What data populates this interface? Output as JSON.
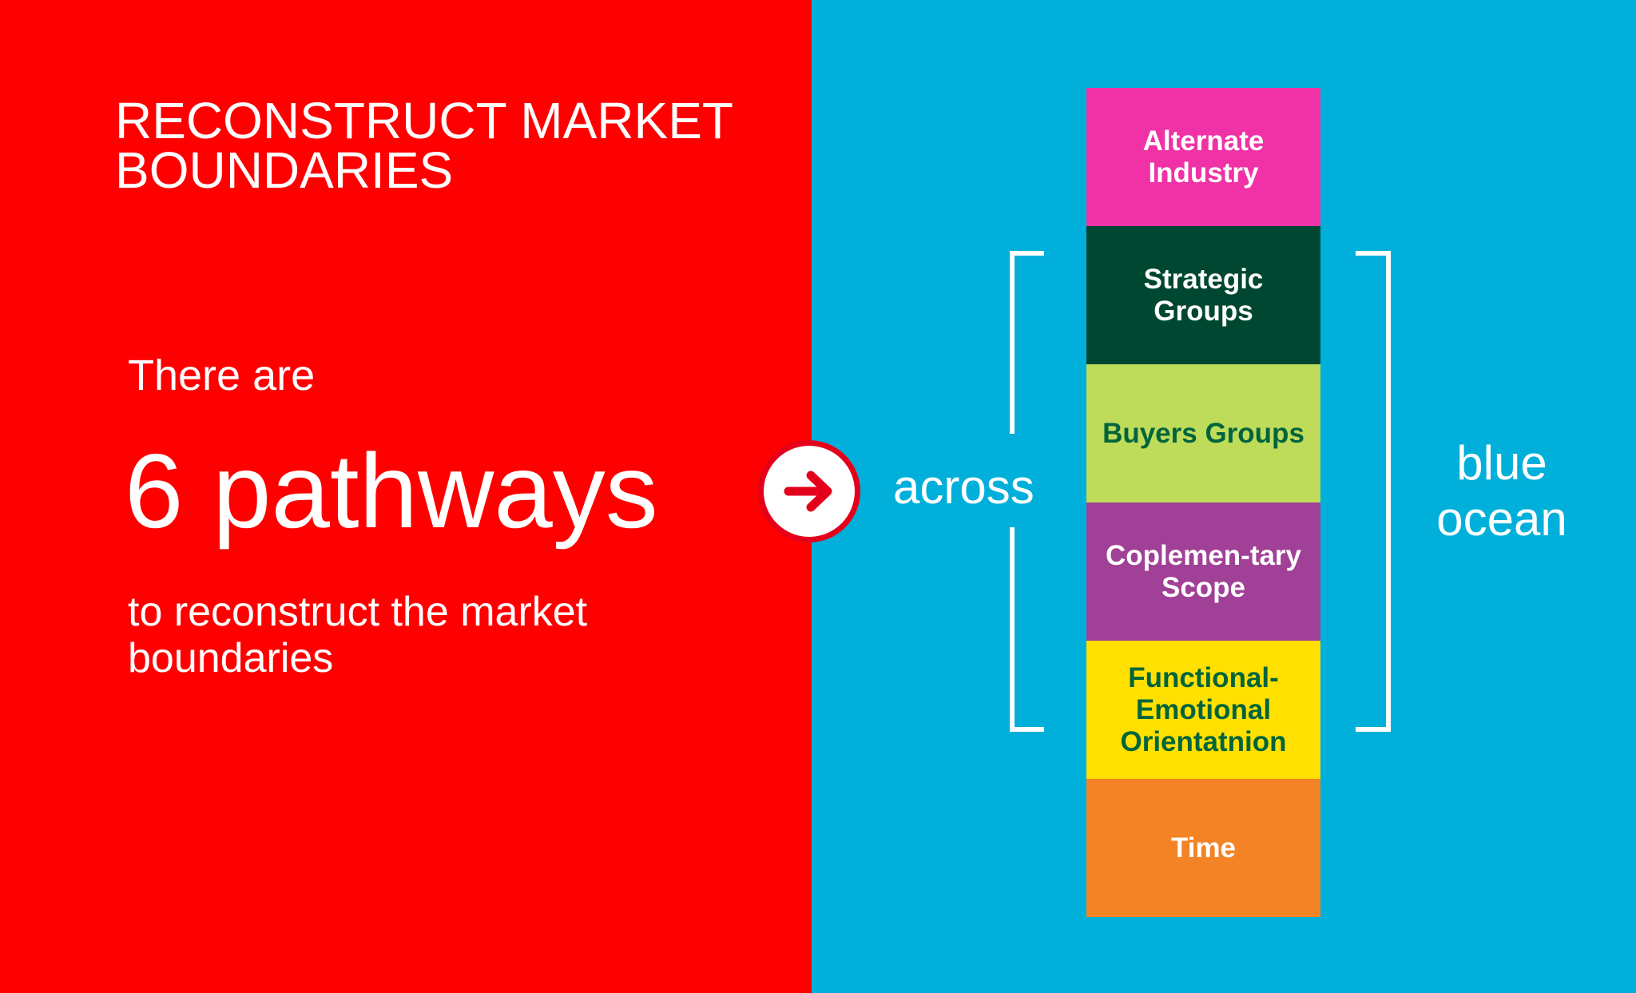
{
  "title": "RECONSTRUCT MARKET BOUNDARIES",
  "intro": "There are",
  "headline": "6 pathways",
  "subtext": "to reconstruct the market boundaries",
  "connector": "across",
  "outcome": [
    "blue",
    "ocean"
  ],
  "arrow_icon": "arrow-right-circle",
  "colors": {
    "left_background": "#fe0000",
    "right_background": "#00b0da",
    "arrow_ring": "#e4001b"
  },
  "pathways": [
    {
      "label": "Alternate Industry",
      "background": "#f032a6",
      "text_color": "#ffffff"
    },
    {
      "label": "Strategic Groups",
      "background": "#004732",
      "text_color": "#ffffff"
    },
    {
      "label": "Buyers Groups",
      "background": "#bedb5a",
      "text_color": "#00643c"
    },
    {
      "label": "Coplemen-tary Scope",
      "background": "#a04096",
      "text_color": "#ffffff"
    },
    {
      "label": "Functional-Emotional Orientatnion",
      "background": "#ffe000",
      "text_color": "#00643c"
    },
    {
      "label": "Time",
      "background": "#f38324",
      "text_color": "#ffffff"
    }
  ]
}
